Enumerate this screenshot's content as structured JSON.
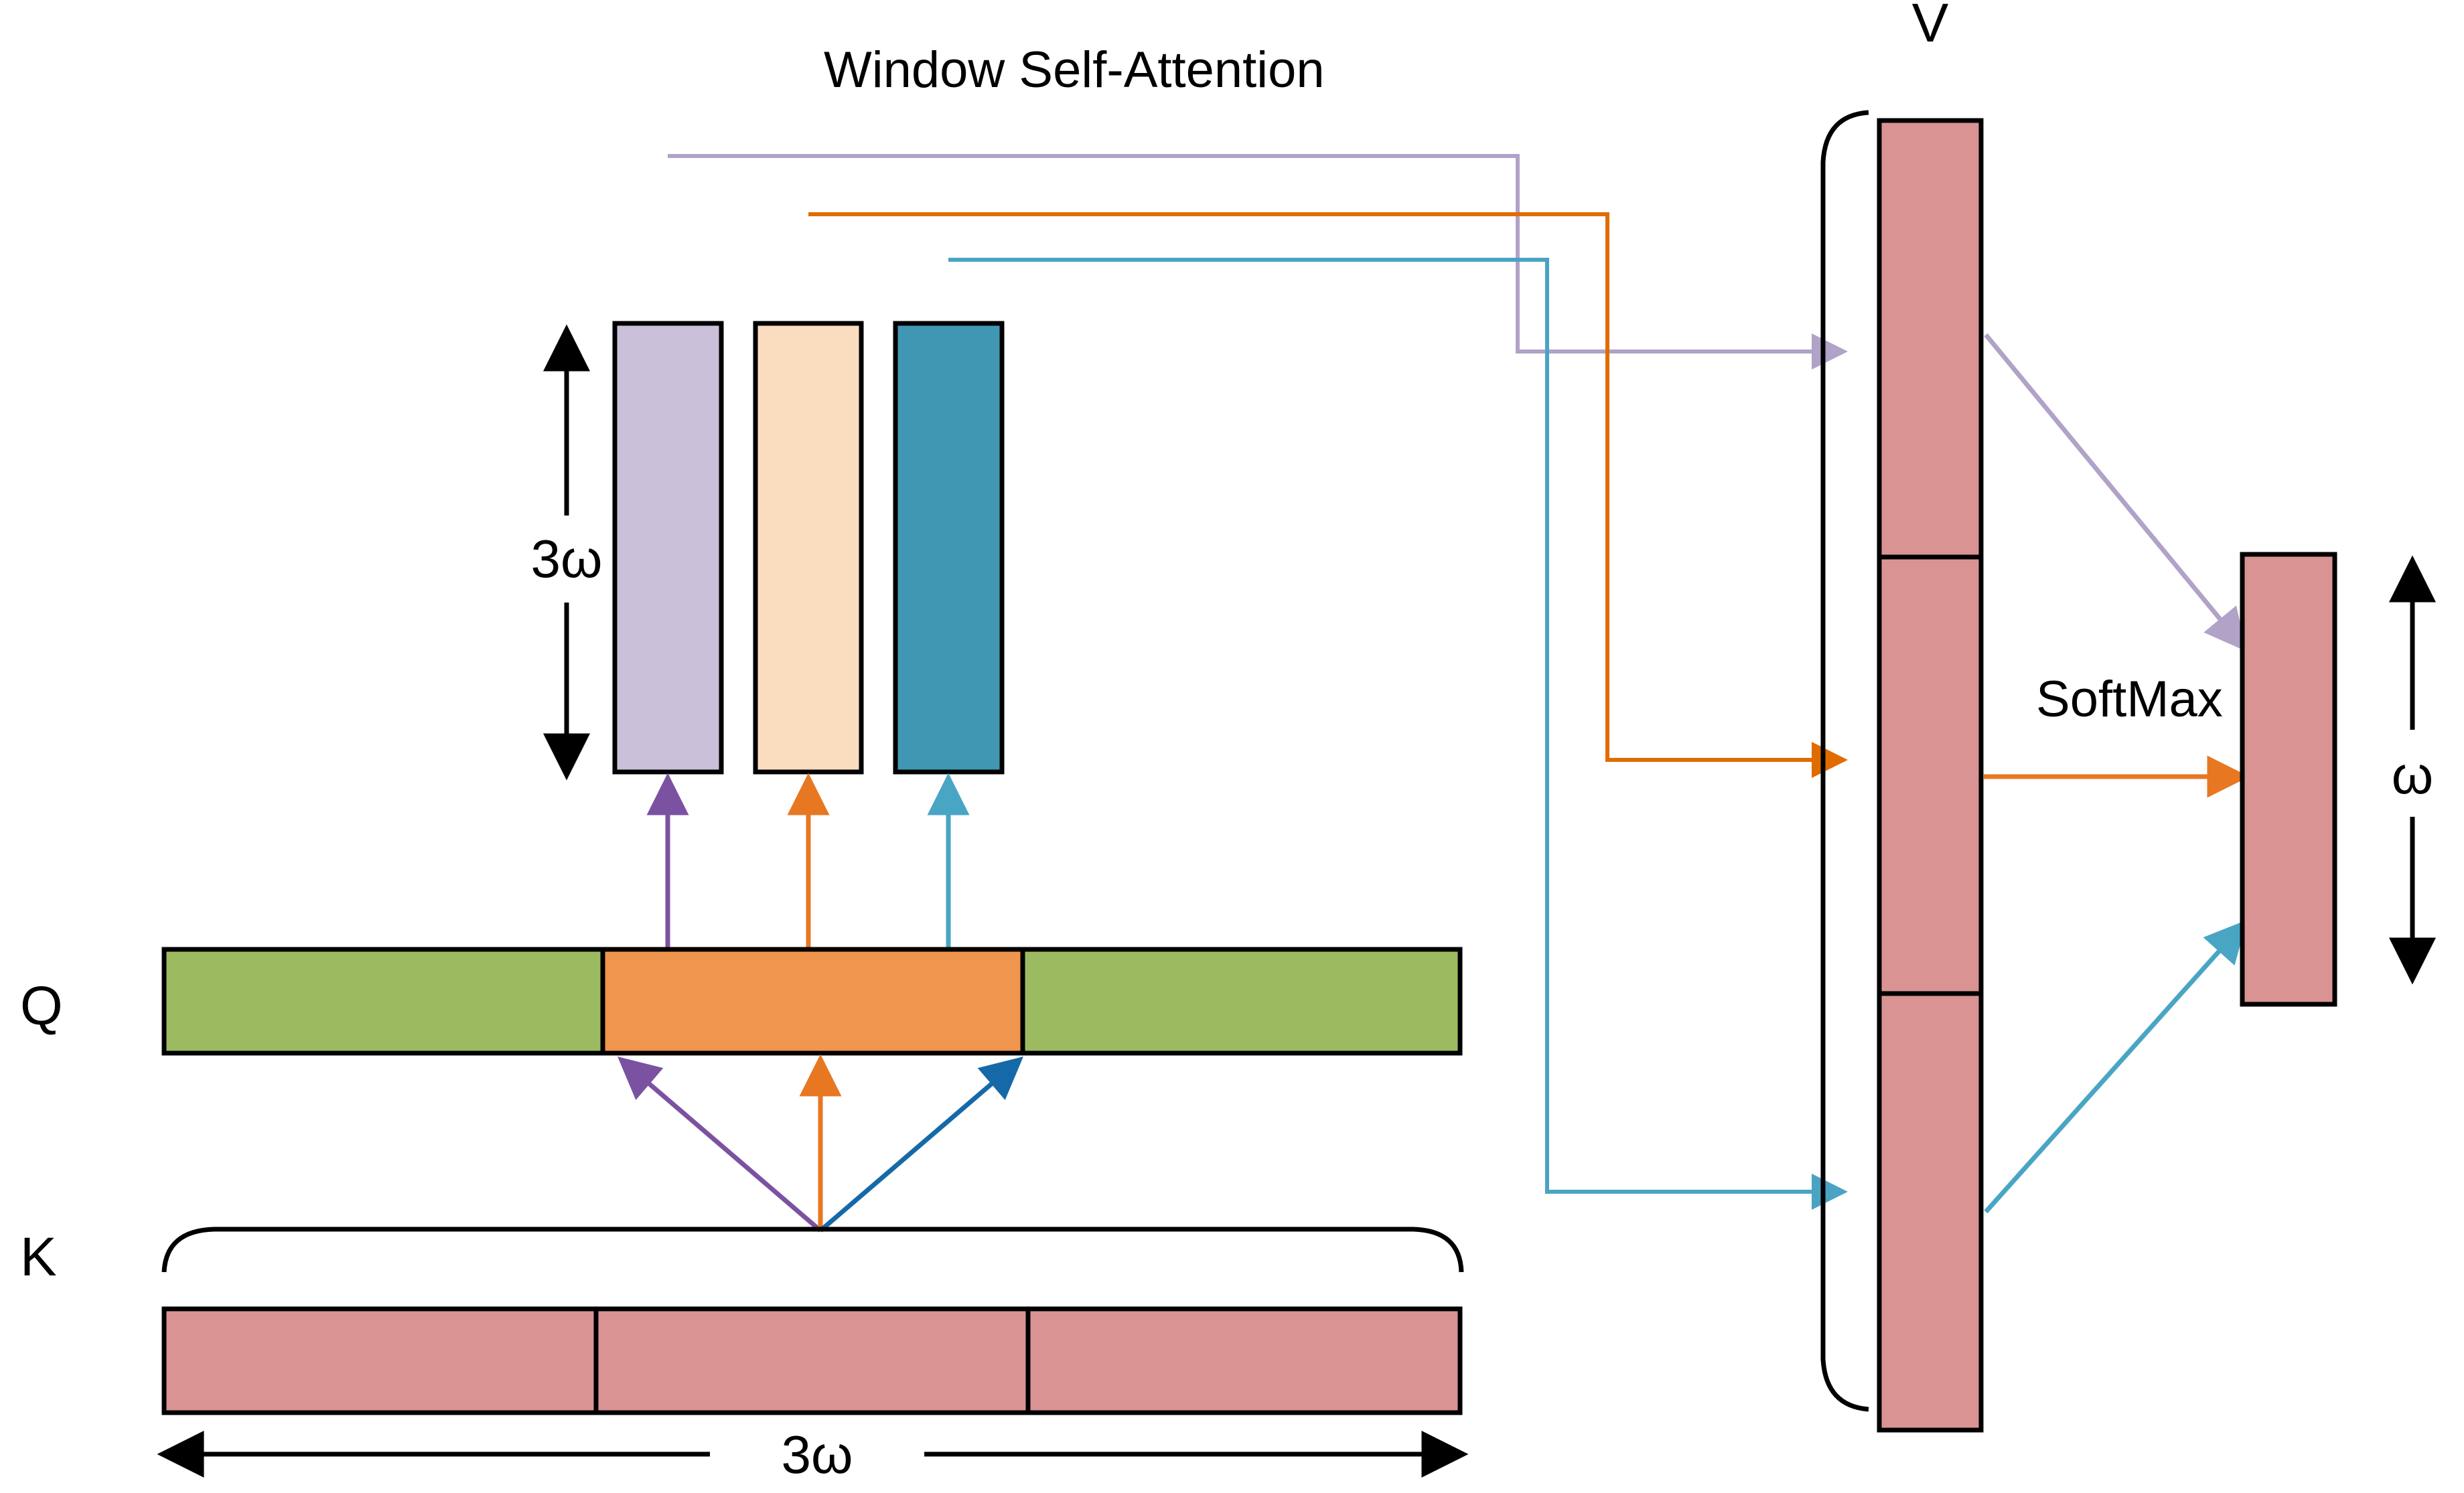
{
  "figure": {
    "title": "Window Self-Attention",
    "domain": "diagram",
    "background_color": "#ffffff",
    "stroke_color": "#000000"
  },
  "labels": {
    "title": "Window Self-Attention",
    "query": "Q",
    "key": "K",
    "value": "V",
    "softmax": "SoftMax",
    "dim_vertical_left": "3ω",
    "dim_horizontal_bottom": "3ω",
    "dim_vertical_right": "ω"
  },
  "colors": {
    "purple_light": "#cbc0da",
    "peach_light": "#fadcbf",
    "teal": "#3f97b4",
    "green": "#9cbb60",
    "orange": "#f0954d",
    "rose": "#d99393",
    "arrow_purple": "#7b52a1",
    "arrow_orange": "#e87722",
    "arrow_cyan": "#49a5c4",
    "arrow_blue": "#1569a8",
    "route_purple": "#b1a2c8",
    "route_orange": "#e06c00",
    "route_cyan": "#4ba3c3",
    "outline": "#000000"
  },
  "window_bars": [
    {
      "name": "window-bar-1",
      "fill": "#cbc0da",
      "label": ""
    },
    {
      "name": "window-bar-2",
      "fill": "#fadcbf",
      "label": ""
    },
    {
      "name": "window-bar-3",
      "fill": "#3f97b4",
      "label": ""
    }
  ],
  "query_row": {
    "label": "Q",
    "segments": [
      {
        "name": "q-segment-left",
        "fill": "#9cbb60"
      },
      {
        "name": "q-segment-center",
        "fill": "#f0954d"
      },
      {
        "name": "q-segment-right",
        "fill": "#9cbb60"
      }
    ]
  },
  "key_row": {
    "label": "K",
    "segment_count": 3,
    "fill": "#d99393",
    "brace": "top-brace",
    "width_annotation": "3ω"
  },
  "value_column": {
    "label": "V",
    "segment_count": 3,
    "fill": "#d99393",
    "brace": "left-brace"
  },
  "output_column": {
    "fill": "#d99393",
    "height_annotation": "ω"
  },
  "flows": [
    {
      "name": "flow-window-1",
      "color": "#b1a2c8",
      "from": "window-bar-1",
      "to": "value-column-segment-1"
    },
    {
      "name": "flow-window-2",
      "color": "#e06c00",
      "from": "window-bar-2",
      "to": "value-column-segment-2"
    },
    {
      "name": "flow-window-3",
      "color": "#4ba3c3",
      "from": "window-bar-3",
      "to": "value-column-segment-3"
    },
    {
      "name": "flow-softmax-1",
      "color": "#b1a2c8",
      "from": "value-column-segment-1",
      "to": "output-column"
    },
    {
      "name": "flow-softmax-2",
      "color": "#e87722",
      "from": "value-column-segment-2",
      "to": "output-column"
    },
    {
      "name": "flow-softmax-3",
      "color": "#49a5c4",
      "from": "value-column-segment-3",
      "to": "output-column"
    }
  ],
  "chart_data": {
    "type": "diagram",
    "title": "Window Self-Attention",
    "description": "Schematic of windowed self-attention: a query row Q of width 3ω with a highlighted central window, a key row K of width 3ω split into three windows, three stacked window-attention bars of height 3ω, a value column V split into three segments, and an output column of height ω produced through SoftMax.",
    "annotations": [
      "3ω",
      "3ω",
      "ω",
      "SoftMax",
      "Q",
      "K",
      "V"
    ]
  }
}
